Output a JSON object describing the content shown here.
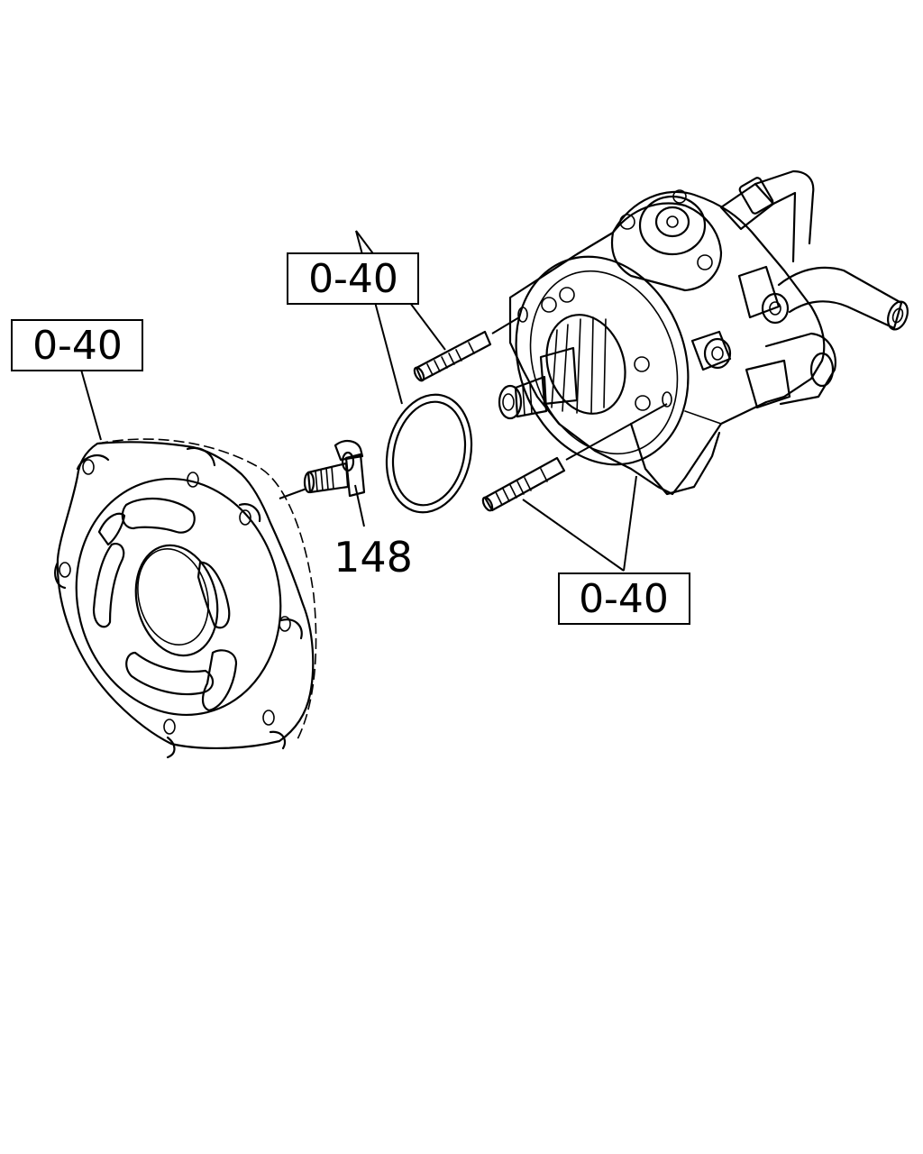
{
  "callouts": {
    "stud_upper": "0-40",
    "housing": "0-40",
    "bolt": "148",
    "stud_lower": "0-40"
  }
}
